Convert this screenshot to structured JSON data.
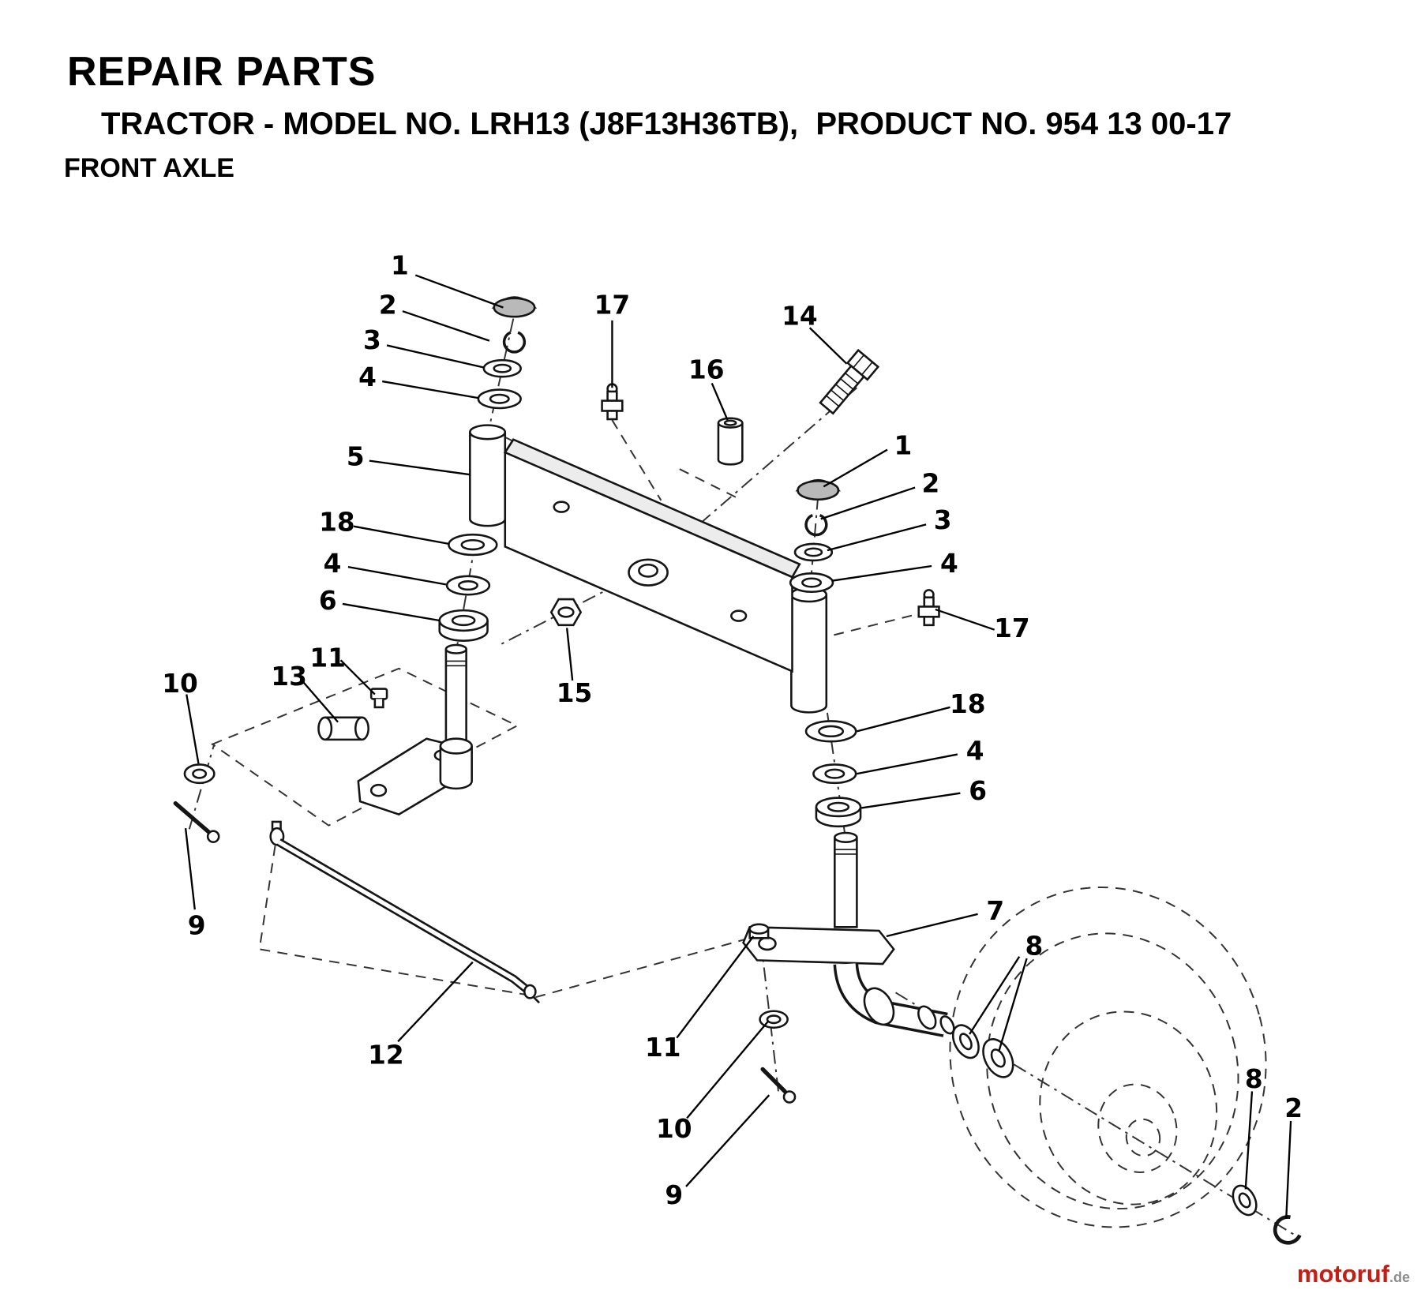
{
  "header": {
    "title": "REPAIR PARTS",
    "subtitle": "TRACTOR - MODEL NO. LRH13 (J8F13H36TB),  PRODUCT NO. 954 13 00-17",
    "section": "FRONT AXLE"
  },
  "diagram": {
    "name": "Front axle exploded parts diagram",
    "callouts": [
      {
        "label": "1"
      },
      {
        "label": "2"
      },
      {
        "label": "3"
      },
      {
        "label": "4"
      },
      {
        "label": "17"
      },
      {
        "label": "16"
      },
      {
        "label": "14"
      },
      {
        "label": "1"
      },
      {
        "label": "2"
      },
      {
        "label": "3"
      },
      {
        "label": "4"
      },
      {
        "label": "17"
      },
      {
        "label": "5"
      },
      {
        "label": "18"
      },
      {
        "label": "4"
      },
      {
        "label": "6"
      },
      {
        "label": "15"
      },
      {
        "label": "13"
      },
      {
        "label": "11"
      },
      {
        "label": "10"
      },
      {
        "label": "9"
      },
      {
        "label": "12"
      },
      {
        "label": "18"
      },
      {
        "label": "4"
      },
      {
        "label": "6"
      },
      {
        "label": "7"
      },
      {
        "label": "8"
      },
      {
        "label": "11"
      },
      {
        "label": "10"
      },
      {
        "label": "9"
      },
      {
        "label": "8"
      },
      {
        "label": "2"
      }
    ]
  },
  "watermark": {
    "brand": "motoruf",
    "domain": ".de",
    "brand_color": "#c22017",
    "domain_color": "#8c8c8c"
  }
}
